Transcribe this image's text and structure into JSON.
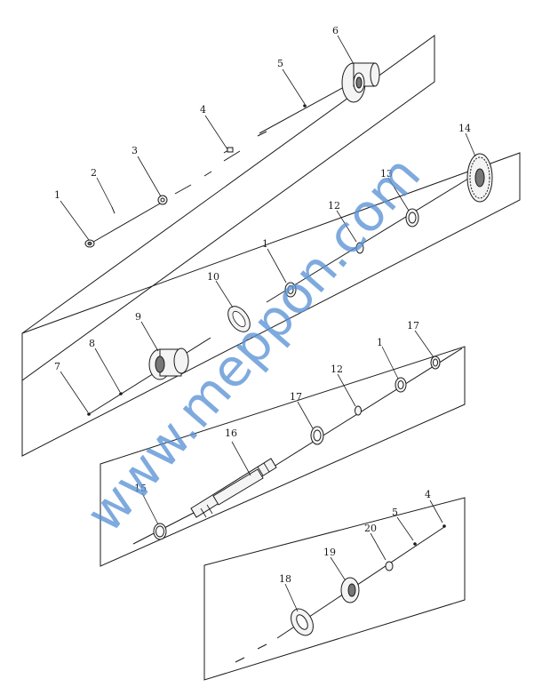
{
  "diagram": {
    "watermark": "www.meppon.com",
    "callouts": {
      "c1a": "1",
      "c2": "2",
      "c3": "3",
      "c4a": "4",
      "c5a": "5",
      "c6": "6",
      "c1b": "1",
      "c12a": "12",
      "c13": "13",
      "c14": "14",
      "c7": "7",
      "c8": "8",
      "c9": "9",
      "c10": "10",
      "c1c": "1",
      "c12b": "12",
      "c17a": "17",
      "c17b": "17",
      "c15": "15",
      "c16": "16",
      "c4b": "4",
      "c5b": "5",
      "c20": "20",
      "c19": "19",
      "c18": "18"
    }
  }
}
